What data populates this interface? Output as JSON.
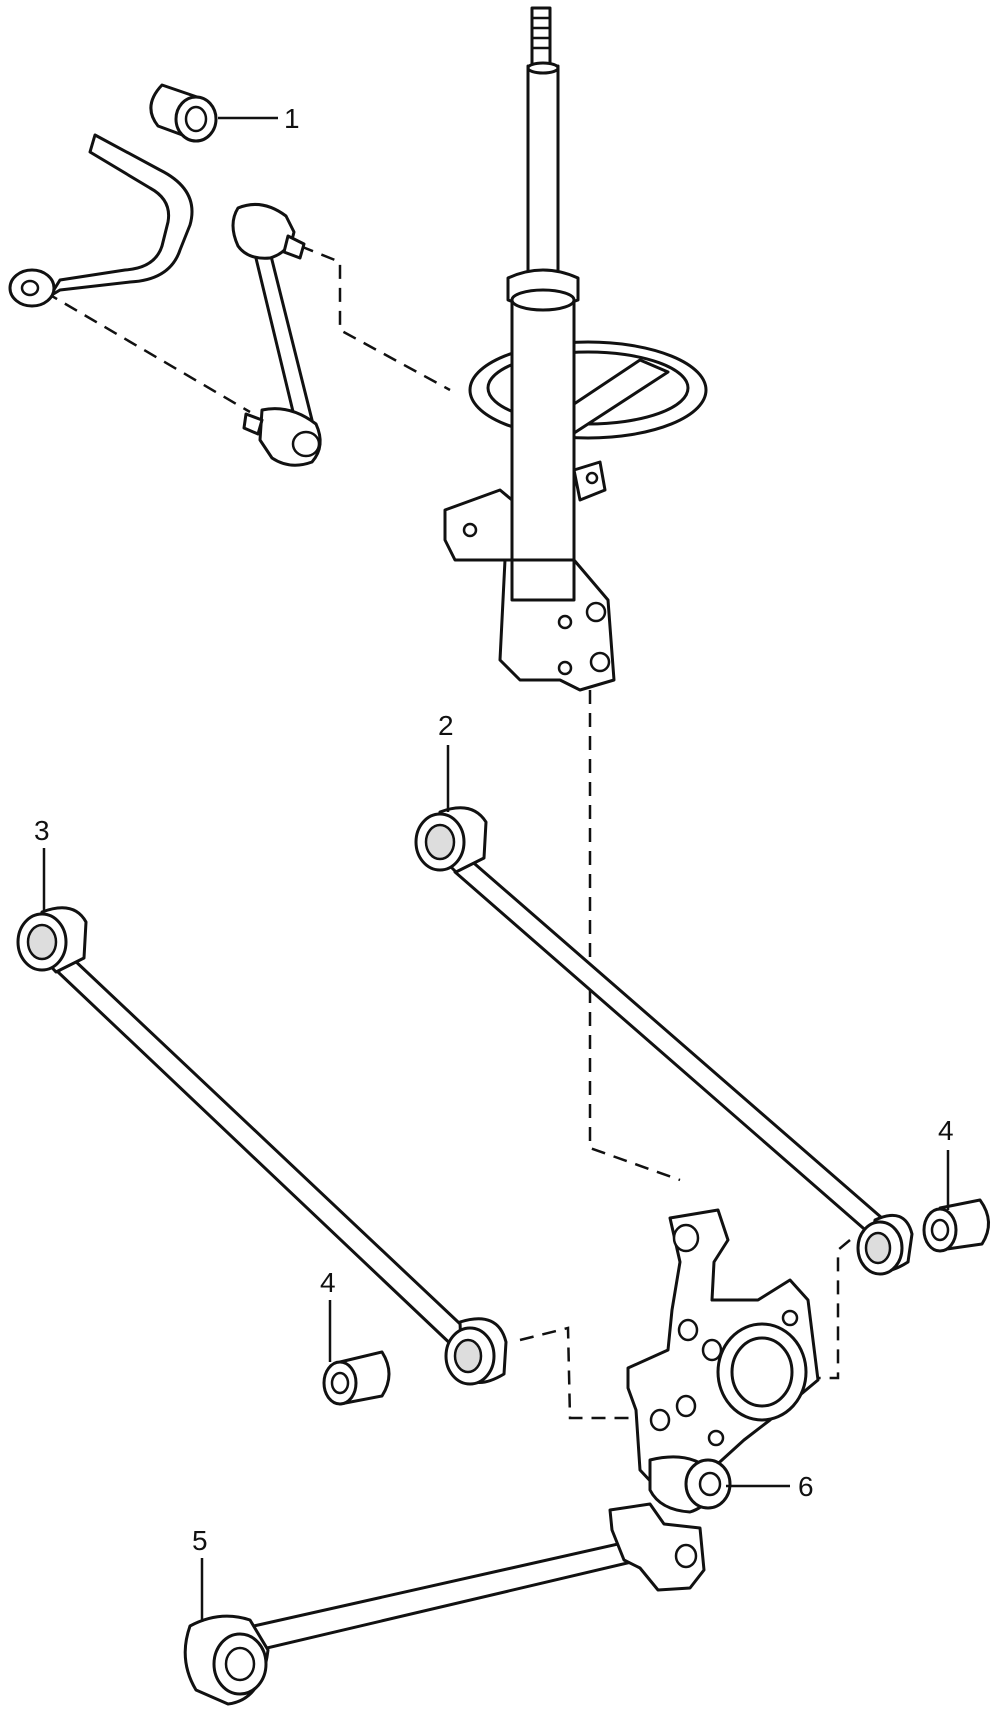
{
  "callouts": [
    {
      "id": "callout-1",
      "text": "1"
    },
    {
      "id": "callout-2",
      "text": "2"
    },
    {
      "id": "callout-3",
      "text": "3"
    },
    {
      "id": "callout-4a",
      "text": "4"
    },
    {
      "id": "callout-4b",
      "text": "4"
    },
    {
      "id": "callout-5",
      "text": "5"
    },
    {
      "id": "callout-6",
      "text": "6"
    }
  ]
}
